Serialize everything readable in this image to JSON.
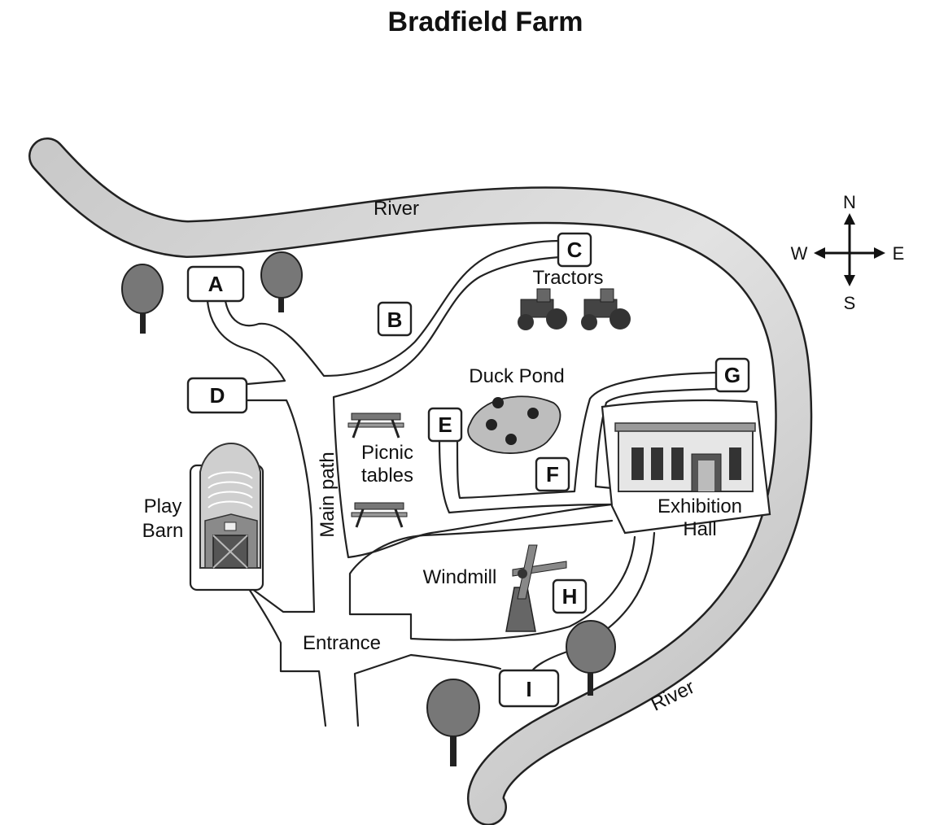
{
  "title": "Bradfield Farm",
  "compass": {
    "n": "N",
    "s": "S",
    "e": "E",
    "w": "W"
  },
  "labels": {
    "river_north": "River",
    "river_south": "River",
    "tractors": "Tractors",
    "duck_pond": "Duck Pond",
    "picnic_1": "Picnic",
    "picnic_2": "tables",
    "main_path": "Main path",
    "play_1": "Play",
    "play_2": "Barn",
    "exhibition_1": "Exhibition",
    "exhibition_2": "Hall",
    "windmill": "Windmill",
    "entrance": "Entrance"
  },
  "keys": {
    "a": "A",
    "b": "B",
    "c": "C",
    "d": "D",
    "e": "E",
    "f": "F",
    "g": "G",
    "h": "H",
    "i": "I"
  }
}
